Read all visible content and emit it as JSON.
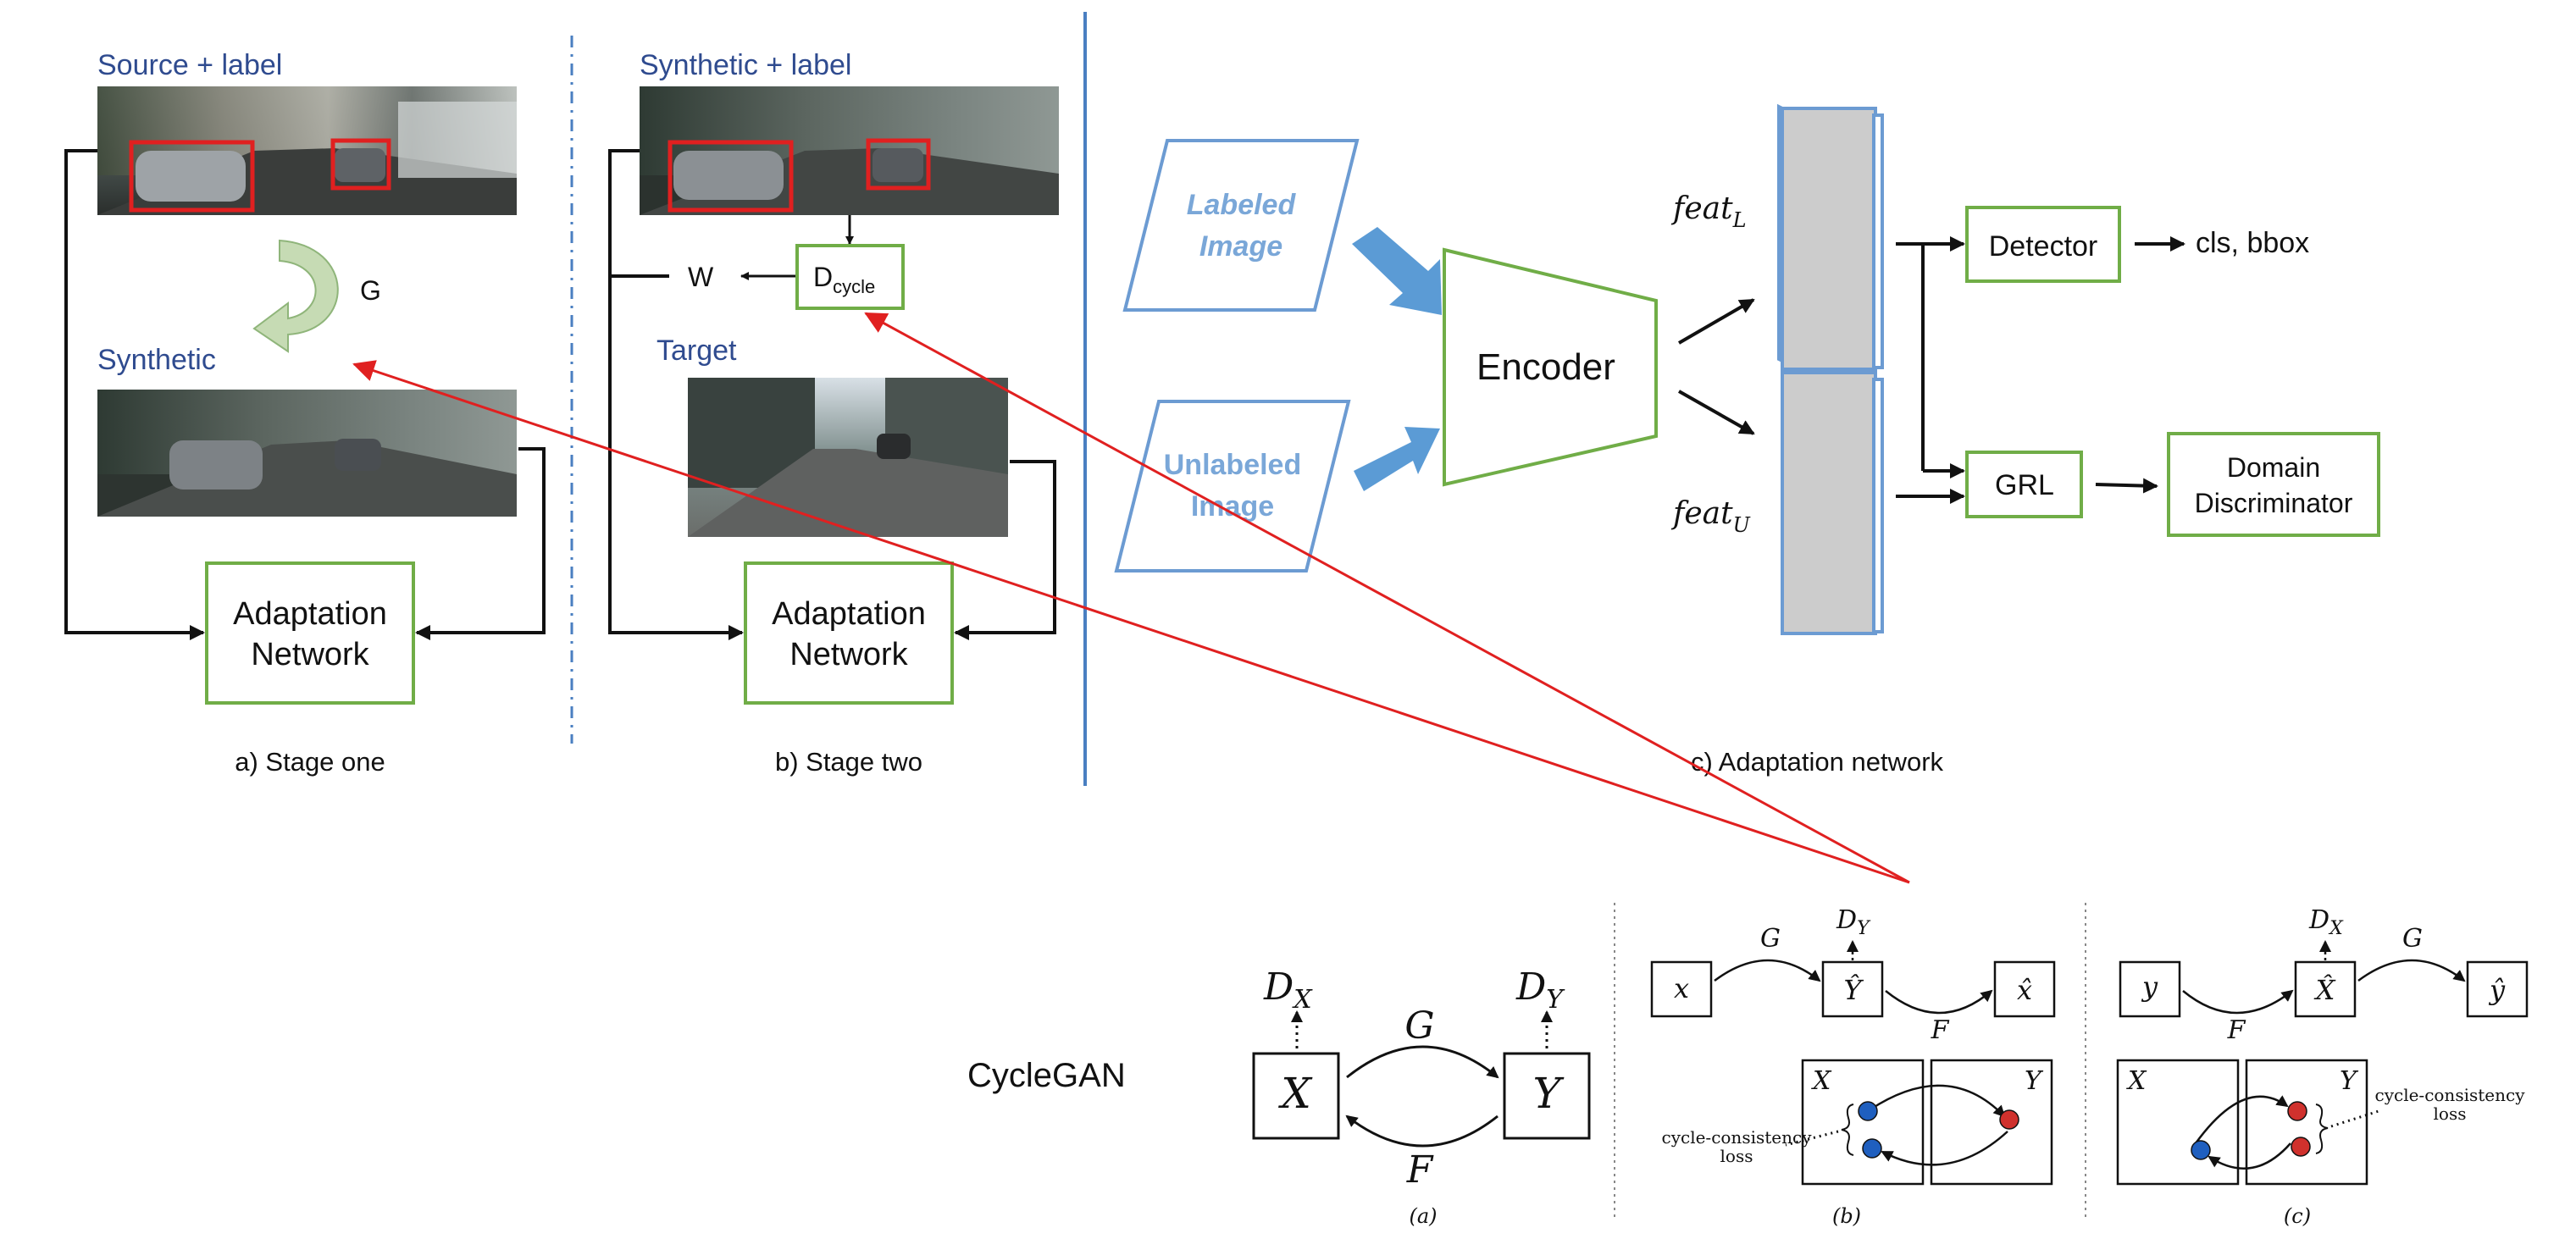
{
  "colors": {
    "heading_blue": "#2f4b8f",
    "box_green": "#70ad47",
    "sidebar_blue": "#4a7fc1",
    "parallelogram_blue": "#6c9bd2",
    "arrow_blue": "#5b9bd5",
    "highlight_red": "#e02020",
    "node_blue": "#1f5fbf",
    "node_red": "#d0312d",
    "feature_gray": "#cccccc"
  },
  "stage_one": {
    "source_label": "Source + label",
    "generator_label": "G",
    "synthetic_label": "Synthetic",
    "network_line1": "Adaptation",
    "network_line2": "Network",
    "caption": "a) Stage one"
  },
  "stage_two": {
    "synthetic_label": "Synthetic + label",
    "weight_label": "W",
    "discriminator_main": "D",
    "discriminator_sub": "cycle",
    "target_label": "Target",
    "network_line1": "Adaptation",
    "network_line2": "Network",
    "caption": "b) Stage two"
  },
  "adaptation_network": {
    "labeled_line1": "Labeled",
    "labeled_line2": "Image",
    "unlabeled_line1": "Unlabeled",
    "unlabeled_line2": "Image",
    "encoder_label": "Encoder",
    "feat_labeled_base": "feat",
    "feat_labeled_sub": "L",
    "feat_unlabeled_base": "feat",
    "feat_unlabeled_sub": "U",
    "detector_label": "Detector",
    "detector_output": "cls, bbox",
    "grl_label": "GRL",
    "domain_disc_line1": "Domain",
    "domain_disc_line2": "Discriminator",
    "caption": "c) Adaptation network"
  },
  "cyclegan": {
    "title": "CycleGAN",
    "panel_a": {
      "dx_base": "D",
      "dx_sub": "X",
      "dy_base": "D",
      "dy_sub": "Y",
      "node_x": "X",
      "node_y": "Y",
      "g_label": "G",
      "f_label": "F",
      "caption": "(a)"
    },
    "panel_b": {
      "input_x": "x",
      "mid_node": "Ŷ",
      "output": "x̂",
      "g_label": "G",
      "f_label": "F",
      "d_base": "D",
      "d_sub": "Y",
      "domain_x": "X",
      "domain_y": "Y",
      "loss_line1": "cycle-consistency",
      "loss_line2": "loss",
      "caption": "(b)"
    },
    "panel_c": {
      "input_y": "y",
      "mid_node": "X̂",
      "output": "ŷ",
      "f_label": "F",
      "g_label": "G",
      "d_base": "D",
      "d_sub": "X",
      "domain_x": "X",
      "domain_y": "Y",
      "loss_line1": "cycle-consistency",
      "loss_line2": "loss",
      "caption": "(c)"
    }
  }
}
